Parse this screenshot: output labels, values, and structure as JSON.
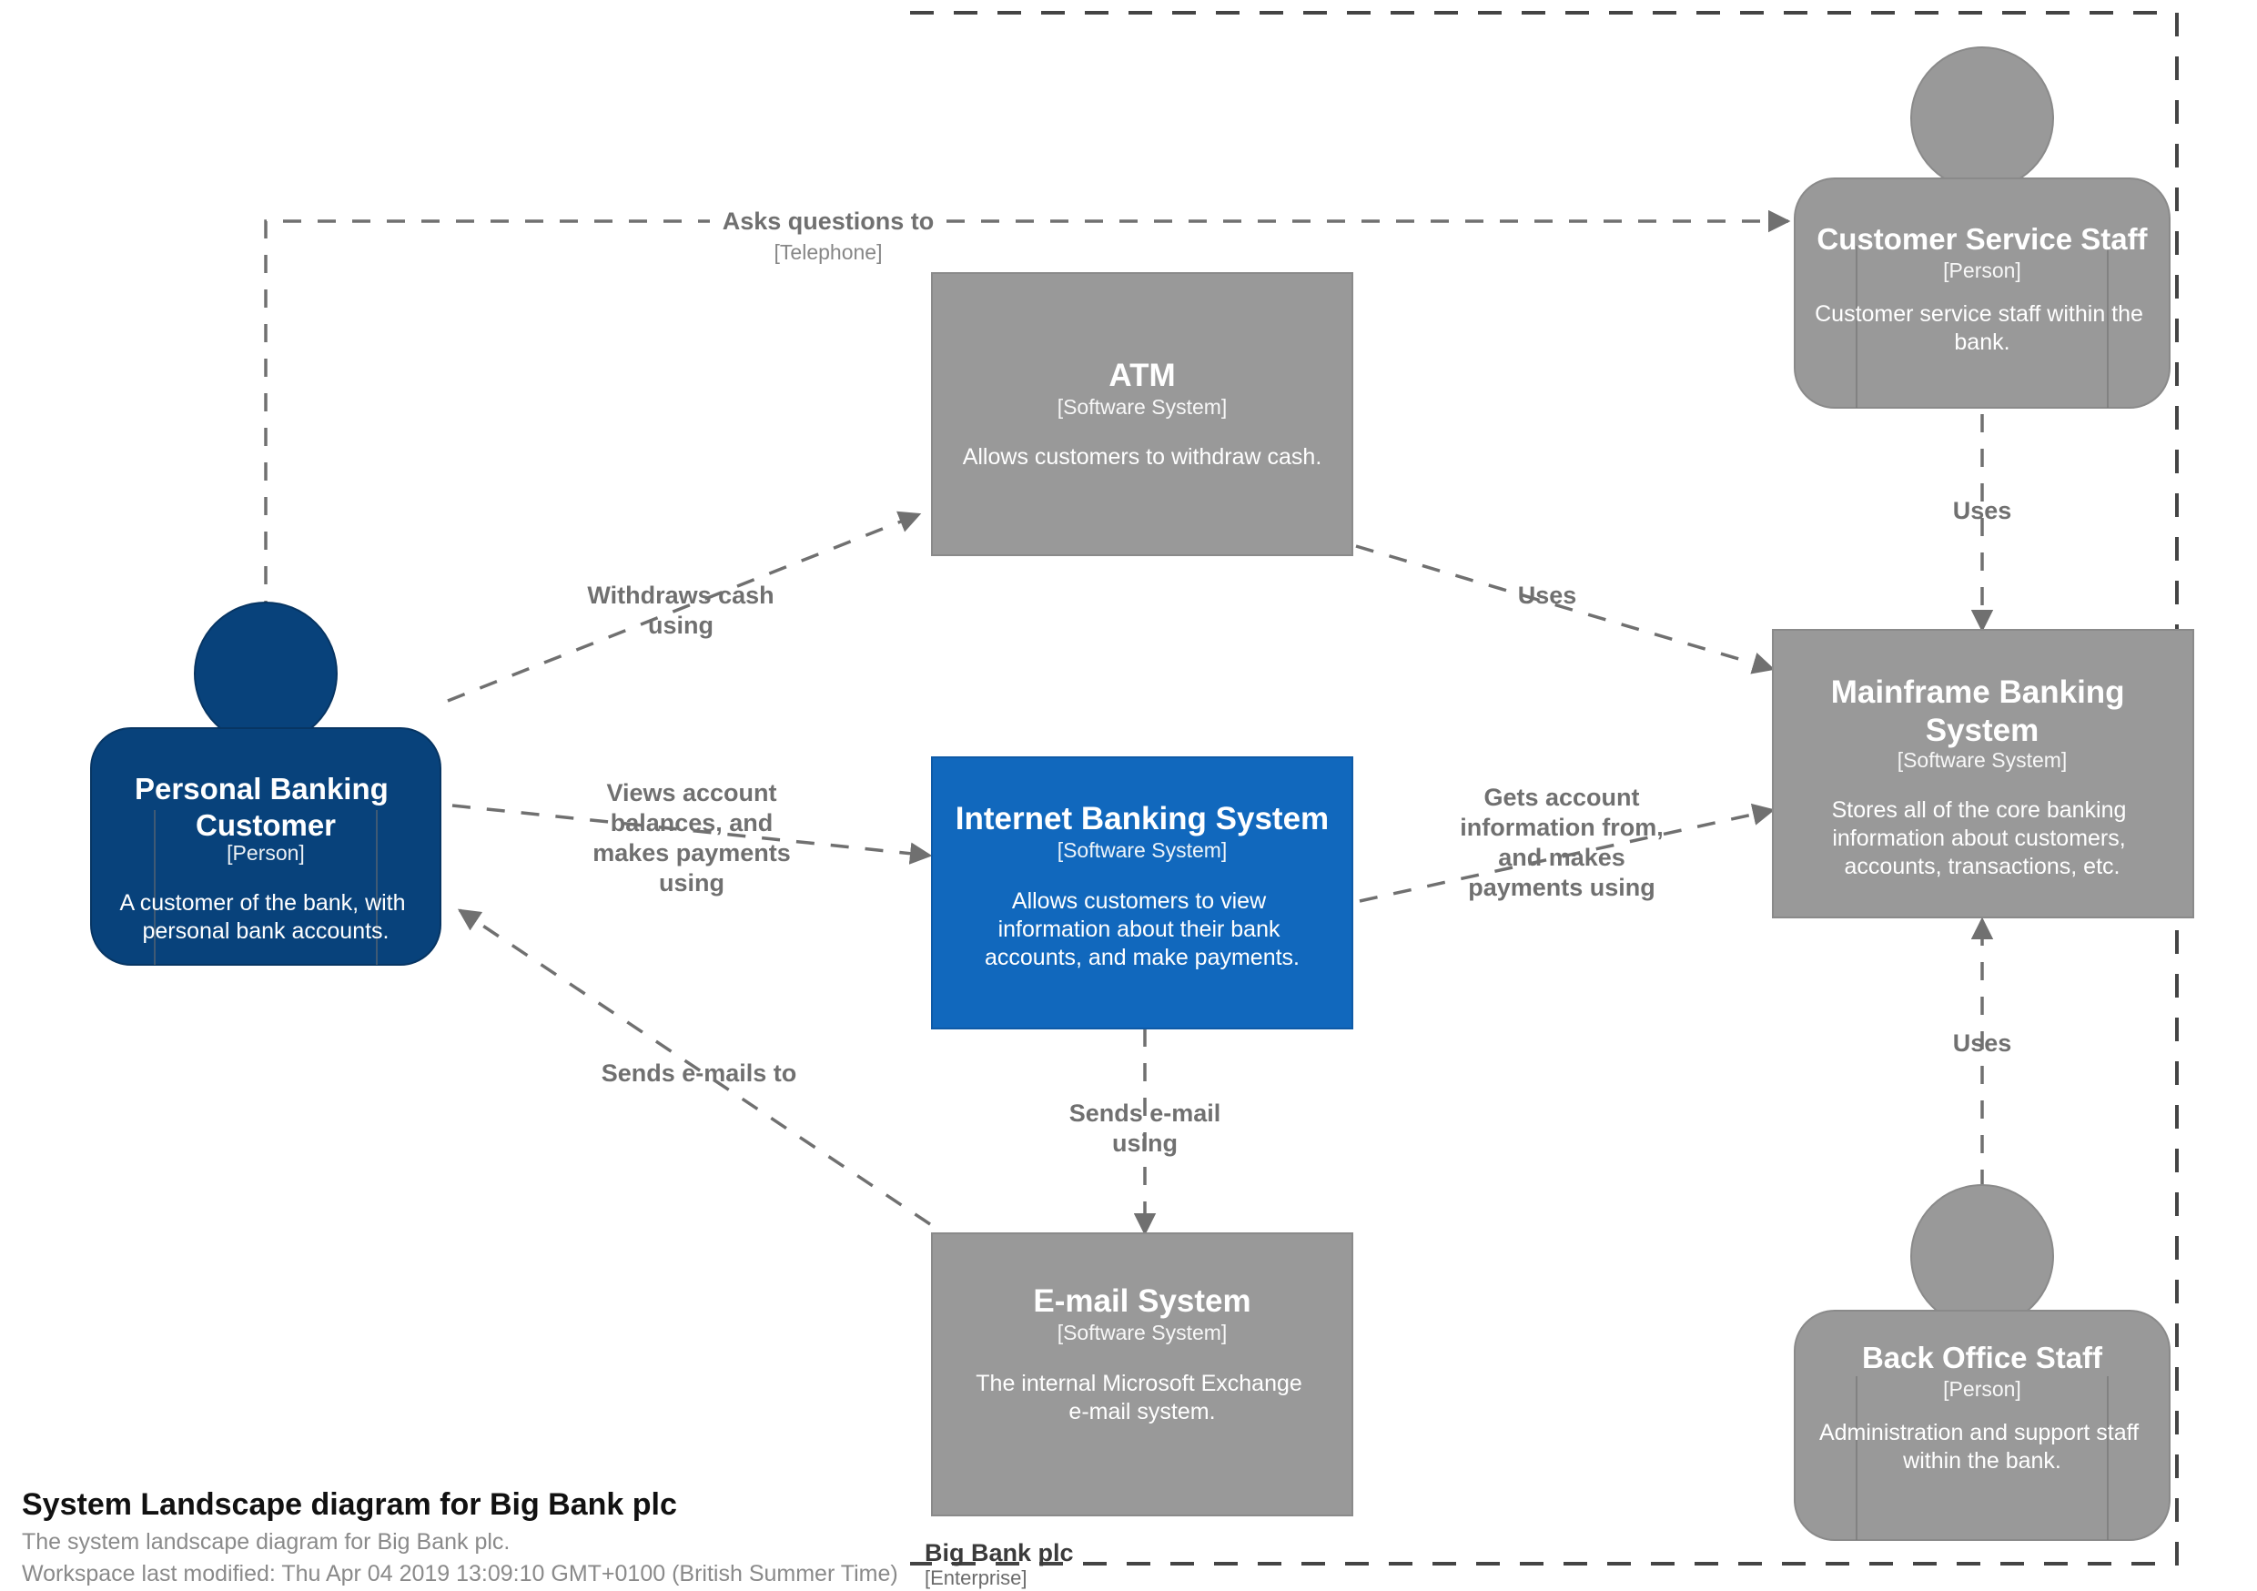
{
  "diagram": {
    "title": "System Landscape diagram for Big Bank plc",
    "description": "The system landscape diagram for Big Bank plc.",
    "modified": "Workspace last modified: Thu Apr 04 2019 13:09:10 GMT+0100 (British Summer Time)"
  },
  "boundary": {
    "name": "Big Bank plc",
    "type": "[Enterprise]",
    "style": "dashed"
  },
  "colors": {
    "person_internal": "#08427b",
    "person_external": "#999999",
    "system_focus": "#1168bd",
    "system_other": "#999999",
    "relationship": "#707070",
    "boundary": "#444444",
    "text_on_node": "#ffffff"
  },
  "nodes": [
    {
      "id": "personal-banking-customer",
      "shape": "person",
      "name": "Personal Banking Customer",
      "type": "[Person]",
      "description": "A customer of the bank, with personal bank accounts.",
      "color": "#08427b"
    },
    {
      "id": "customer-service-staff",
      "shape": "person",
      "name": "Customer Service Staff",
      "type": "[Person]",
      "description": "Customer service staff within the bank.",
      "color": "#999999"
    },
    {
      "id": "back-office-staff",
      "shape": "person",
      "name": "Back Office Staff",
      "type": "[Person]",
      "description": "Administration and support staff within the bank.",
      "color": "#999999"
    },
    {
      "id": "atm",
      "shape": "box",
      "name": "ATM",
      "type": "[Software System]",
      "description": "Allows customers to withdraw cash.",
      "color": "#999999"
    },
    {
      "id": "internet-banking-system",
      "shape": "box",
      "name": "Internet Banking System",
      "type": "[Software System]",
      "description": "Allows customers to view information about their bank accounts, and make payments.",
      "color": "#1168bd"
    },
    {
      "id": "e-mail-system",
      "shape": "box",
      "name": "E-mail System",
      "type": "[Software System]",
      "description": "The internal Microsoft Exchange e-mail system.",
      "color": "#999999"
    },
    {
      "id": "mainframe-banking-system",
      "shape": "box",
      "name": "Mainframe Banking System",
      "type": "[Software System]",
      "description": "Stores all of the core banking information about customers, accounts, transactions, etc.",
      "color": "#999999"
    }
  ],
  "relationships": [
    {
      "id": "asks-questions-to",
      "source": "personal-banking-customer",
      "destination": "customer-service-staff",
      "label": "Asks questions to",
      "technology": "[Telephone]"
    },
    {
      "id": "withdraws-cash-using",
      "source": "personal-banking-customer",
      "destination": "atm",
      "label_line1": "Withdraws cash",
      "label_line2": "using",
      "technology": ""
    },
    {
      "id": "views-account-balances",
      "source": "personal-banking-customer",
      "destination": "internet-banking-system",
      "label_line1": "Views account",
      "label_line2": "balances, and",
      "label_line3": "makes payments",
      "label_line4": "using",
      "technology": ""
    },
    {
      "id": "sends-e-mails-to",
      "source": "e-mail-system",
      "destination": "personal-banking-customer",
      "label": "Sends e-mails to",
      "technology": ""
    },
    {
      "id": "sends-e-mail-using",
      "source": "internet-banking-system",
      "destination": "e-mail-system",
      "label_line1": "Sends e-mail",
      "label_line2": "using",
      "technology": ""
    },
    {
      "id": "gets-account-information-from",
      "source": "internet-banking-system",
      "destination": "mainframe-banking-system",
      "label_line1": "Gets account",
      "label_line2": "information from,",
      "label_line3": "and makes",
      "label_line4": "payments using",
      "technology": ""
    },
    {
      "id": "atm-uses-mainframe",
      "source": "atm",
      "destination": "mainframe-banking-system",
      "label": "Uses",
      "technology": ""
    },
    {
      "id": "customer-service-uses-mainframe",
      "source": "customer-service-staff",
      "destination": "mainframe-banking-system",
      "label": "Uses",
      "technology": ""
    },
    {
      "id": "back-office-uses-mainframe",
      "source": "back-office-staff",
      "destination": "mainframe-banking-system",
      "label": "Uses",
      "technology": ""
    }
  ]
}
